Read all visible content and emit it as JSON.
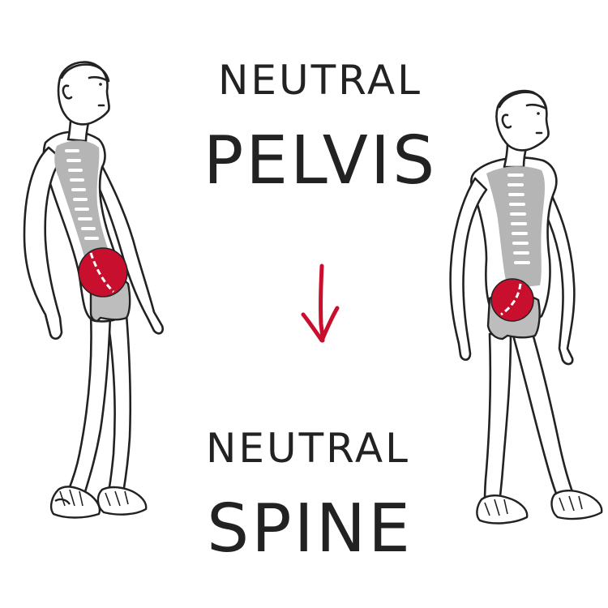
{
  "top_title": {
    "line1": "NEUTRAL",
    "line2": "PELVIS"
  },
  "bottom_title": {
    "line1": "NEUTRAL",
    "line2": "SPINE"
  },
  "colors": {
    "accent_red": "#c8102e",
    "ink": "#222222",
    "body_gray": "#b5b5b5",
    "background": "#ffffff"
  },
  "icons": {
    "transition_arrow": "down-arrow-icon"
  }
}
